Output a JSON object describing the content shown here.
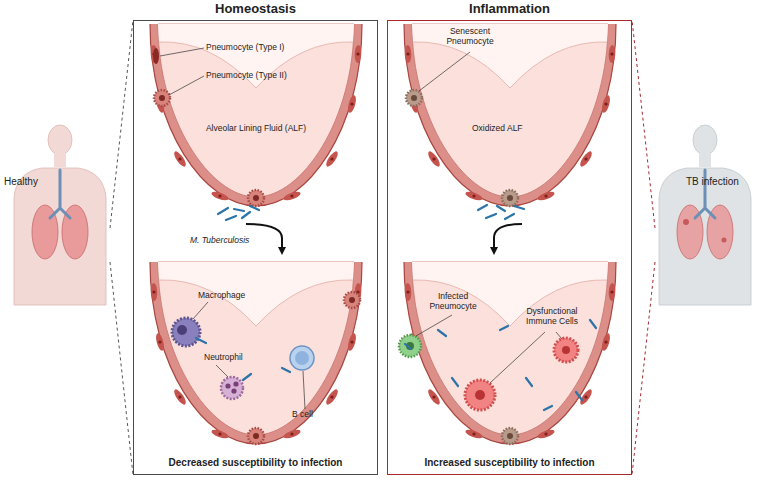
{
  "diagram": {
    "nodes": [
      {
        "text": [
          "Homeostasis",
          "Decreased susceptibility to infection"
        ]
      },
      {
        "text": [
          "Inflammation",
          "Increased susceptibility to infection"
        ]
      }
    ],
    "labels": [
      "Healthy",
      "Pneumocyte (Type I)",
      "Pneumocyte (Type II)",
      "Alveolar Lining Fluid (ALF)",
      "M. Tuberculosis",
      "Macrophage",
      "Neutrophil",
      "B cell",
      "Senescent Pneumocyte",
      "Oxidized ALF",
      "Infected Pneumocyte",
      "Dysfunctional Immune Cells",
      "TB infection"
    ]
  }
}
